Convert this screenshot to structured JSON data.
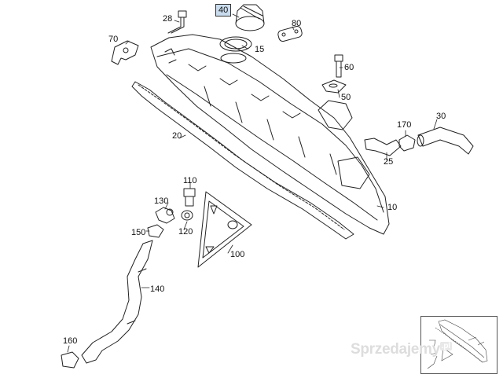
{
  "diagram": {
    "callouts": {
      "p10": "10",
      "p15": "15",
      "p20": "20",
      "p25": "25",
      "p28": "28",
      "p30": "30",
      "p40": "40",
      "p50": "50",
      "p60": "60",
      "p70": "70",
      "p80": "80",
      "p100": "100",
      "p110": "110",
      "p120": "120",
      "p130": "130",
      "p140": "140",
      "p150": "150",
      "p160": "160",
      "p170": "170"
    },
    "highlighted_part": "40",
    "highlight_color": "#c9dced"
  },
  "watermark": {
    "text": "Sprzedajemy",
    "ext": ".pl"
  }
}
